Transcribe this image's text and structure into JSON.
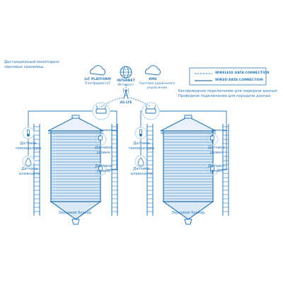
{
  "title_line1": "Дистанционный мониторинг",
  "title_line2": "зерновых хранилищ",
  "cloud_iot_name": "IoT PLATFORM",
  "cloud_iot_sub": "Платформа IoT",
  "globe_name": "INTERNET",
  "globe_sub": "Интернет",
  "cloud_rms_name": "RMS",
  "cloud_rms_sub1": "Система удаленного",
  "cloud_rms_sub2": "управления",
  "tower_label": "4G LTE",
  "legend": {
    "wireless_en": "WIRELESS DATA CONNECTION",
    "wired_en": "WIRED DATA CONNECTION",
    "wireless_ru": "Беспроводное подключение для передачи данных",
    "wired_ru": "Проводное подключение для передачи данных"
  },
  "silo_left": {
    "temp_1": "Датчики",
    "temp_2": "температуры",
    "hum_1": "Датчики",
    "hum_2": "влажности",
    "level_a_1": "Датчики",
    "level_a_2": "уровня",
    "level_b_1": "Датчики",
    "level_b_2": "уровня",
    "caption": "Зерновой бункер"
  },
  "silo_right": {
    "temp_1": "Датчики",
    "temp_2": "температуры",
    "hum_1": "Датчики",
    "hum_2": "влажности",
    "level_a_1": "Датчики",
    "level_a_2": "уровня",
    "level_b_1": "Датчики",
    "level_b_2": "уровня",
    "caption": "Зерновой бункер"
  },
  "colors": {
    "line": "#2a78b8",
    "fill": "#dbe9f6",
    "ring": "#c7dff1"
  }
}
